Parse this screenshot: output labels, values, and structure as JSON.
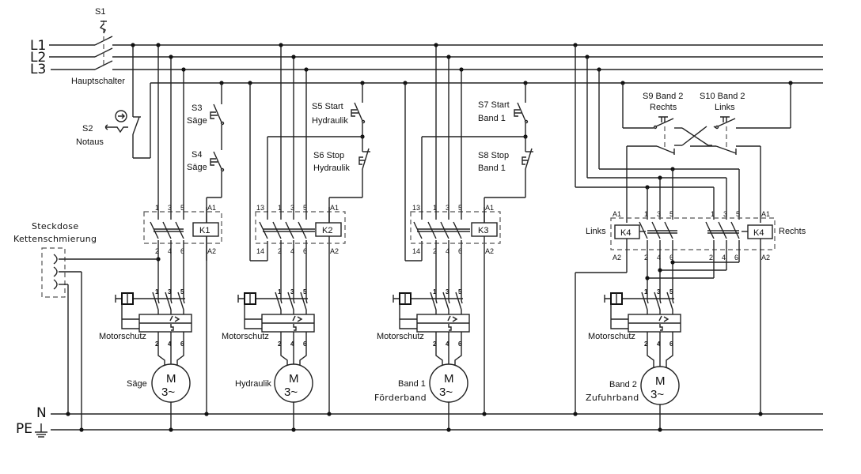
{
  "title": "Schaltplan Säge / Hydraulik / Förderband / Zufuhrband",
  "rails": {
    "l1": "L1",
    "l2": "L2",
    "l3": "L3",
    "n": "N",
    "pe": "PE"
  },
  "main_switch": {
    "id": "S1",
    "label": "Hauptschalter"
  },
  "emergency": {
    "id": "S2",
    "label": "Notaus"
  },
  "socket": {
    "line1": "Steckdose",
    "line2": "Kettenschmierung"
  },
  "buttons": {
    "s3": {
      "id": "S3",
      "label": "Säge"
    },
    "s4": {
      "id": "S4",
      "label": "Säge"
    },
    "s5": {
      "id": "S5 Start",
      "label": "Hydraulik"
    },
    "s6": {
      "id": "S6 Stop",
      "label": "Hydraulik"
    },
    "s7": {
      "id": "S7 Start",
      "label": "Band 1"
    },
    "s8": {
      "id": "S8 Stop",
      "label": "Band 1"
    },
    "s9": {
      "id": "S9 Band 2",
      "label": "Rechts"
    },
    "s10": {
      "id": "S10 Band 2",
      "label": "Links"
    }
  },
  "contactors": {
    "k1": "K1",
    "k2": "K2",
    "k3": "K3",
    "k4l": "K4",
    "k4r": "K4",
    "k4l_label": "Links",
    "k4r_label": "Rechts"
  },
  "terminals": {
    "t1": "1",
    "t3": "3",
    "t5": "5",
    "t2": "2",
    "t4": "4",
    "t6": "6",
    "t13": "13",
    "t14": "14",
    "a1": "A1",
    "a2": "A2"
  },
  "motor_protection_label": "Motorschutz",
  "motor": {
    "m": "M",
    "phase": "3~"
  },
  "motors": {
    "m1": {
      "label": "Säge"
    },
    "m2": {
      "label": "Hydraulik"
    },
    "m3": {
      "label": "Band 1",
      "sub": "Förderband"
    },
    "m4": {
      "label": "Band 2",
      "sub": "Zufuhrband"
    }
  },
  "overload_symbol": "I >"
}
